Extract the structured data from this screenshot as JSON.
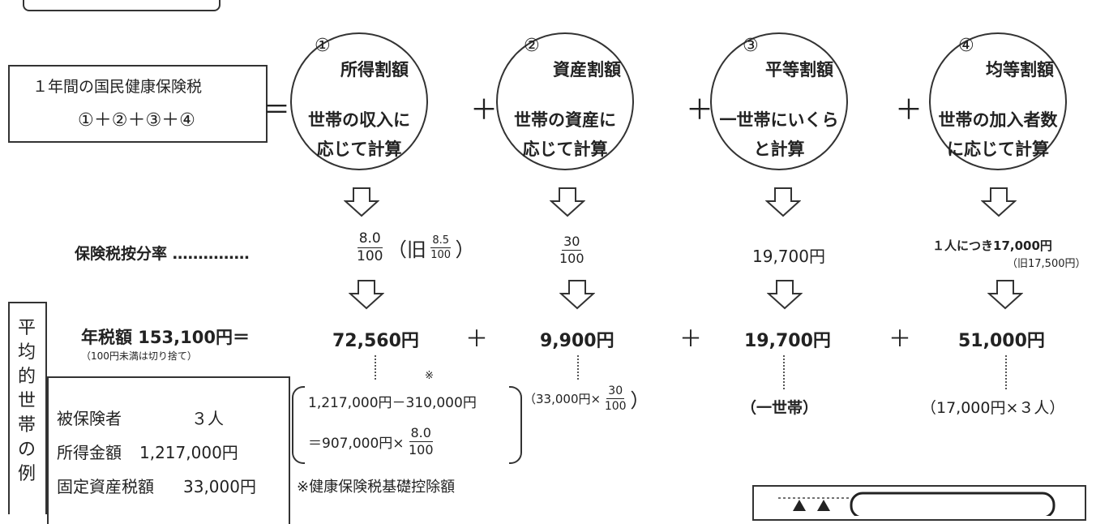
{
  "formula_box": {
    "line1": "１年間の国民健康保険税",
    "line2": "①＋②＋③＋④"
  },
  "equals_sign": "＝",
  "plus_sign": "＋",
  "circles": [
    {
      "num": "①",
      "title": "所得割額",
      "desc1": "世帯の収入に",
      "desc2": "応じて計算"
    },
    {
      "num": "②",
      "title": "資産割額",
      "desc1": "世帯の資産に",
      "desc2": "応じて計算"
    },
    {
      "num": "③",
      "title": "平等割額",
      "desc1": "一世帯にいくら",
      "desc2": "と計算"
    },
    {
      "num": "④",
      "title": "均等割額",
      "desc1": "世帯の加入者数",
      "desc2": "に応じて計算"
    }
  ],
  "rates": {
    "label": "保険税按分率 ……………",
    "r1_num": "8.0",
    "r1_den": "100",
    "r1_old_prefix": "（旧",
    "r1_old_num": "8.5",
    "r1_old_den": "100",
    "r1_old_suffix": "）",
    "r2_num": "30",
    "r2_den": "100",
    "r3": "19,700円",
    "r4_line1": "１人につき17,000円",
    "r4_line2": "（旧17,500円）"
  },
  "result": {
    "label": "年税額 153,100円＝",
    "note": "（100円未満は切り捨て）",
    "v1": "72,560円",
    "v2": "9,900円",
    "v3": "19,700円",
    "v4": "51,000円"
  },
  "calc": {
    "c1_line1": "1,217,000円－310,000円",
    "c1_star": "※",
    "c1_line2_prefix": "＝907,000円×",
    "c1_frac_num": "8.0",
    "c1_frac_den": "100",
    "c2_prefix": "（33,000円×",
    "c2_frac_num": "30",
    "c2_frac_den": "100",
    "c2_suffix": "）",
    "c3": "（一世帯）",
    "c4": "（17,000円×３人）",
    "footnote": "※健康保険税基礎控除額"
  },
  "vertical_label": [
    "平",
    "均",
    "的",
    "世",
    "帯",
    "の",
    "例"
  ],
  "household": {
    "row1_label": "被保険者",
    "row1_value": "３人",
    "row2_label": "所得金額",
    "row2_value": "1,217,000円",
    "row3_label": "固定資産税額",
    "row3_value": "33,000円"
  }
}
